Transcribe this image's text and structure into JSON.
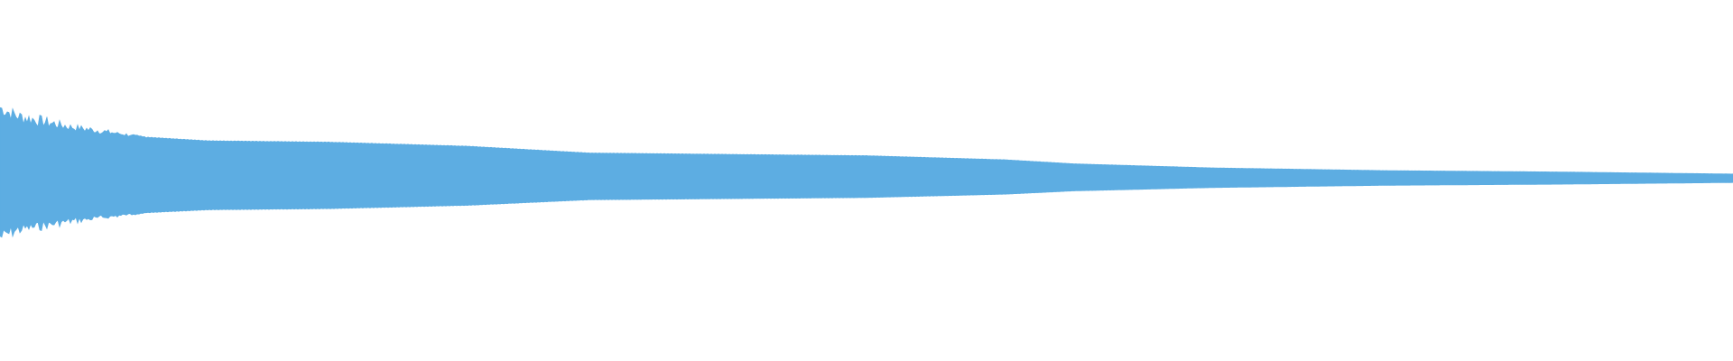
{
  "waveform": {
    "color": "#5dade2",
    "background": "#ffffff",
    "envelope": [
      [
        0.0,
        0.5
      ],
      [
        0.01,
        0.44
      ],
      [
        0.04,
        0.37
      ],
      [
        0.08,
        0.31
      ],
      [
        0.12,
        0.28
      ],
      [
        0.19,
        0.27
      ],
      [
        0.27,
        0.24
      ],
      [
        0.34,
        0.19
      ],
      [
        0.42,
        0.18
      ],
      [
        0.5,
        0.17
      ],
      [
        0.58,
        0.14
      ],
      [
        0.62,
        0.11
      ],
      [
        0.7,
        0.08
      ],
      [
        0.8,
        0.06
      ],
      [
        0.9,
        0.05
      ],
      [
        1.0,
        0.035
      ]
    ],
    "lower_ratio": 0.82
  }
}
